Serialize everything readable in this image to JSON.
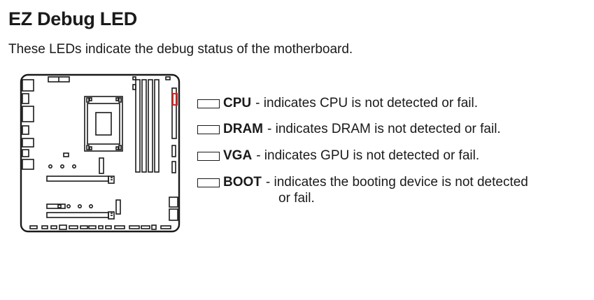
{
  "heading": {
    "title": "EZ Debug LED",
    "subtitle": "These LEDs indicate the debug status of the motherboard."
  },
  "diagram": {
    "highlight_color": "#e0201c",
    "line_color": "#1a1a1a"
  },
  "legend": {
    "items": [
      {
        "name": "CPU",
        "description": "- indicates CPU is not detected or fail."
      },
      {
        "name": "DRAM",
        "description": "- indicates DRAM is not detected or fail."
      },
      {
        "name": "VGA",
        "description": "- indicates GPU is not detected or fail."
      },
      {
        "name": "BOOT",
        "description": "- indicates the booting device is not detected",
        "description_continued": "or fail."
      }
    ]
  }
}
